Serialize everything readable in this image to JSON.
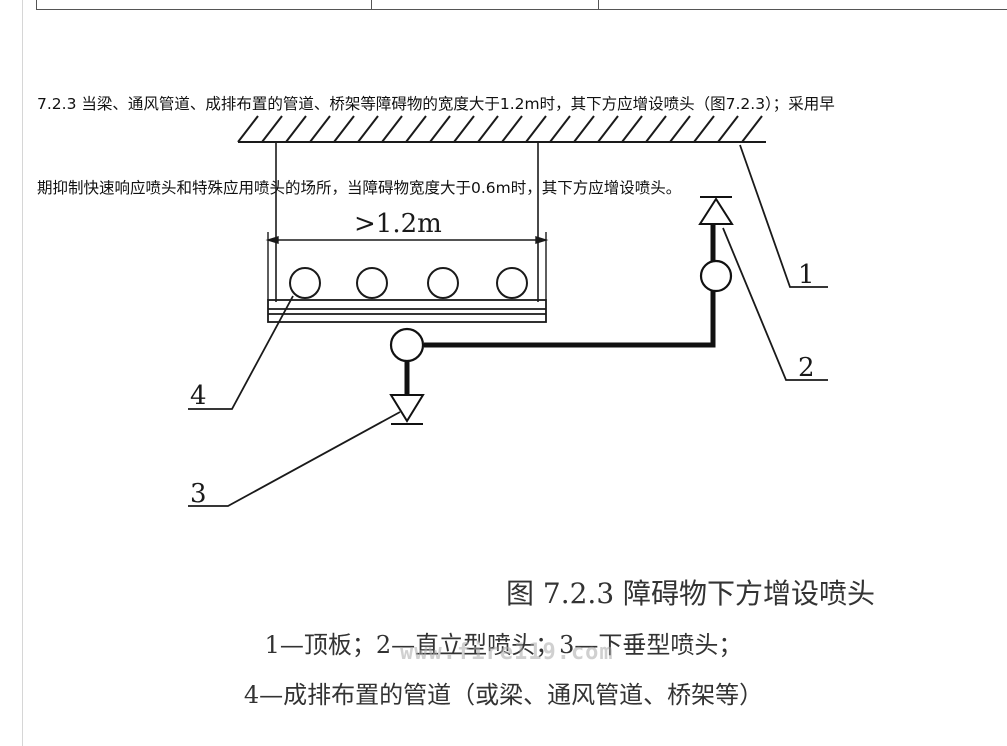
{
  "paragraph": {
    "line1": "7.2.3 当梁、通风管道、成排布置的管道、桥架等障碍物的宽度大于1.2m时，其下方应增设喷头（图7.2.3）；采用早",
    "line2": "期抑制快速响应喷头和特殊应用喷头的场所，当障碍物宽度大于0.6m时，其下方应增设喷头。"
  },
  "figure": {
    "dimension_label": ">1.2m",
    "callouts": [
      "1",
      "2",
      "3",
      "4"
    ],
    "caption_title": "图 7.2.3   障碍物下方增设喷头",
    "caption_line1": "1—顶板；2—直立型喷头；3—下垂型喷头；",
    "caption_line2": "4—成排布置的管道（或梁、通风管道、桥架等）"
  },
  "watermark": "www.fire119.com"
}
